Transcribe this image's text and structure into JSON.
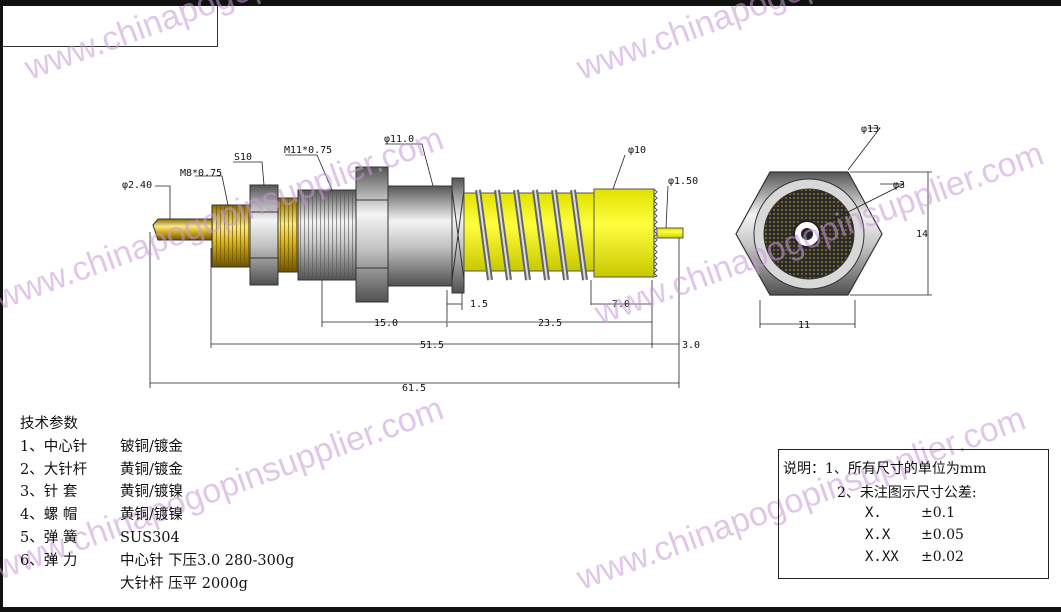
{
  "watermark": "www.chinapogopinsupplier.com",
  "drawing": {
    "labels": {
      "tip_dia": "φ2.40",
      "thread_small": "M8*0.75",
      "hex_small": "S10",
      "thread_large": "M11*0.75",
      "body_dia": "φ11.0",
      "spring_dia": "φ10",
      "pin_dia": "φ1.50",
      "dim_1_5": "1.5",
      "dim_15": "15.0",
      "dim_23_5": "23.5",
      "dim_7": "7.0",
      "dim_51_5": "51.5",
      "dim_3": "3.0",
      "dim_61_5": "61.5",
      "end_outer_dia": "φ13",
      "end_inner_dia": "φ3",
      "end_height": "14",
      "end_width": "11"
    }
  },
  "specs": {
    "title": "技术参数",
    "rows": [
      {
        "name": "1、中心针",
        "value": "铍铜/镀金"
      },
      {
        "name": "2、大针杆",
        "value": "黄铜/镀金"
      },
      {
        "name": "3、针 套",
        "value": "黄铜/镀镍"
      },
      {
        "name": "4、螺 帽",
        "value": "黄铜/镀镍"
      },
      {
        "name": "5、弹 簧",
        "value": "SUS304"
      },
      {
        "name": "6、弹 力",
        "value": "中心针 下压3.0 280-300g"
      }
    ],
    "extra": "大针杆  压平  2000g"
  },
  "notes": {
    "line1": "说明：1、所有尺寸的单位为mm",
    "line2": "2、未注图示尺寸公差:",
    "tolerances": [
      {
        "format": "X.",
        "value": "±0.1"
      },
      {
        "format": "X.X",
        "value": "±0.05"
      },
      {
        "format": "X.XX",
        "value": "±0.02"
      }
    ]
  }
}
